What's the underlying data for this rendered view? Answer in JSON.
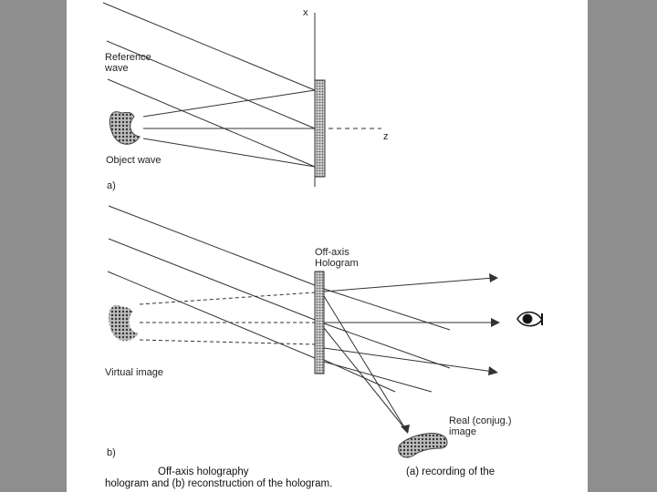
{
  "panel_a": {
    "axis_x": "x",
    "axis_z": "z",
    "reference_wave": "Reference\nwave",
    "object_wave": "Object wave",
    "tag": "a)"
  },
  "panel_b": {
    "hologram_label": "Off-axis\nHologram",
    "virtual_image": "Virtual image",
    "real_image": "Real (conjug.)\nimage",
    "tag": "b)"
  },
  "caption": {
    "title": "Off-axis holography",
    "line1_right": "(a) recording of the",
    "line2": "hologram and (b) reconstruction of the hologram."
  }
}
